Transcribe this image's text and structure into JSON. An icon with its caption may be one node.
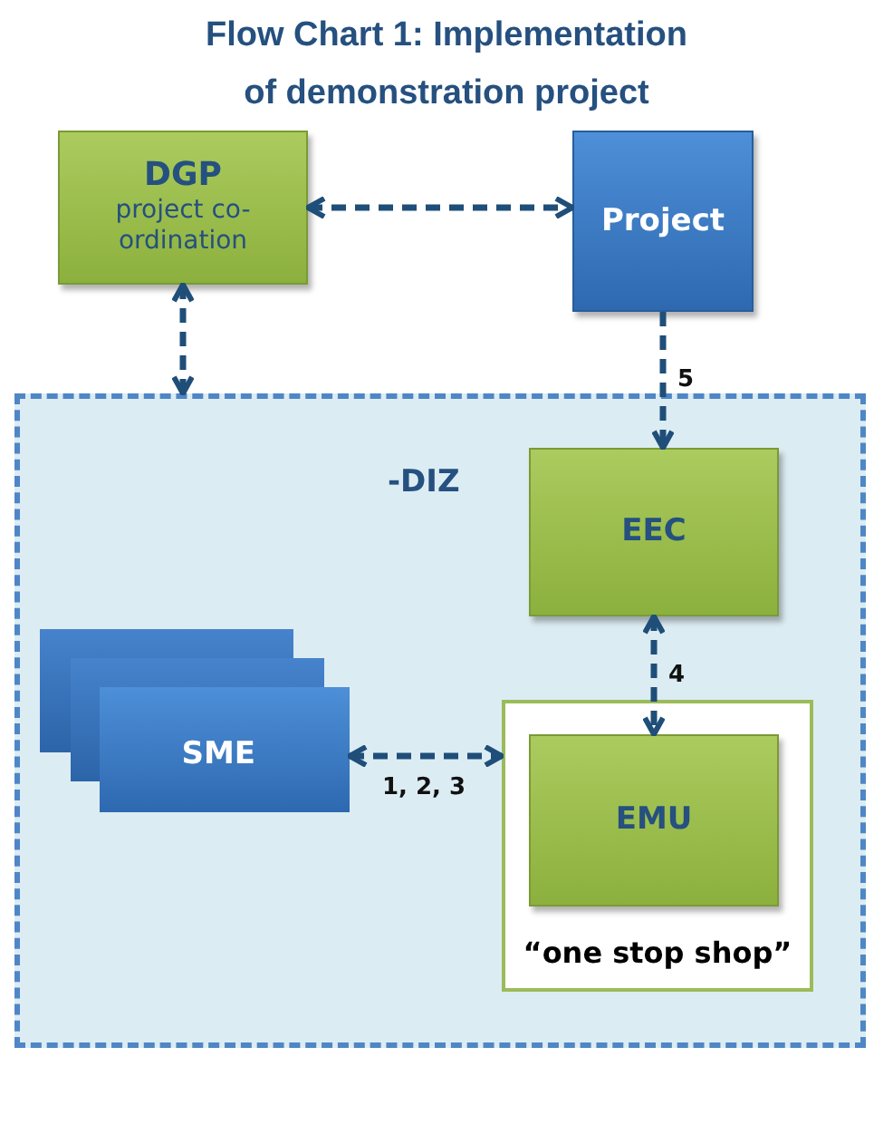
{
  "diagram": {
    "title": "Flow Chart 1: Implementation of demonstration project",
    "nodes": [
      {
        "text": [
          "DGP",
          "project co-ordination"
        ]
      },
      {
        "text": [
          "Project"
        ]
      },
      {
        "text": [],
        "shape": "box"
      },
      {
        "text": [
          "EEC"
        ],
        "in": 2
      },
      {
        "text": [
          "SME"
        ],
        "in": 2
      },
      {
        "text": [
          "“one stop shop”"
        ],
        "in": 2
      },
      {
        "text": [
          "EMU"
        ],
        "in": 5
      }
    ],
    "edges": [
      {
        "from": 0,
        "to": 1,
        "arrow": "both",
        "style": "dashed"
      },
      {
        "from": 0,
        "to": 2,
        "arrow": "both",
        "style": "dashed"
      },
      {
        "from": 1,
        "to": 3,
        "arrow": "to",
        "label": "5",
        "style": "dashed"
      },
      {
        "from": 3,
        "to": 6,
        "arrow": "both",
        "label": "4",
        "style": "dashed"
      },
      {
        "from": 4,
        "to": 5,
        "arrow": "both",
        "label": "1, 2, 3",
        "style": "dashed"
      }
    ],
    "labels": [
      "-DIZ"
    ]
  }
}
